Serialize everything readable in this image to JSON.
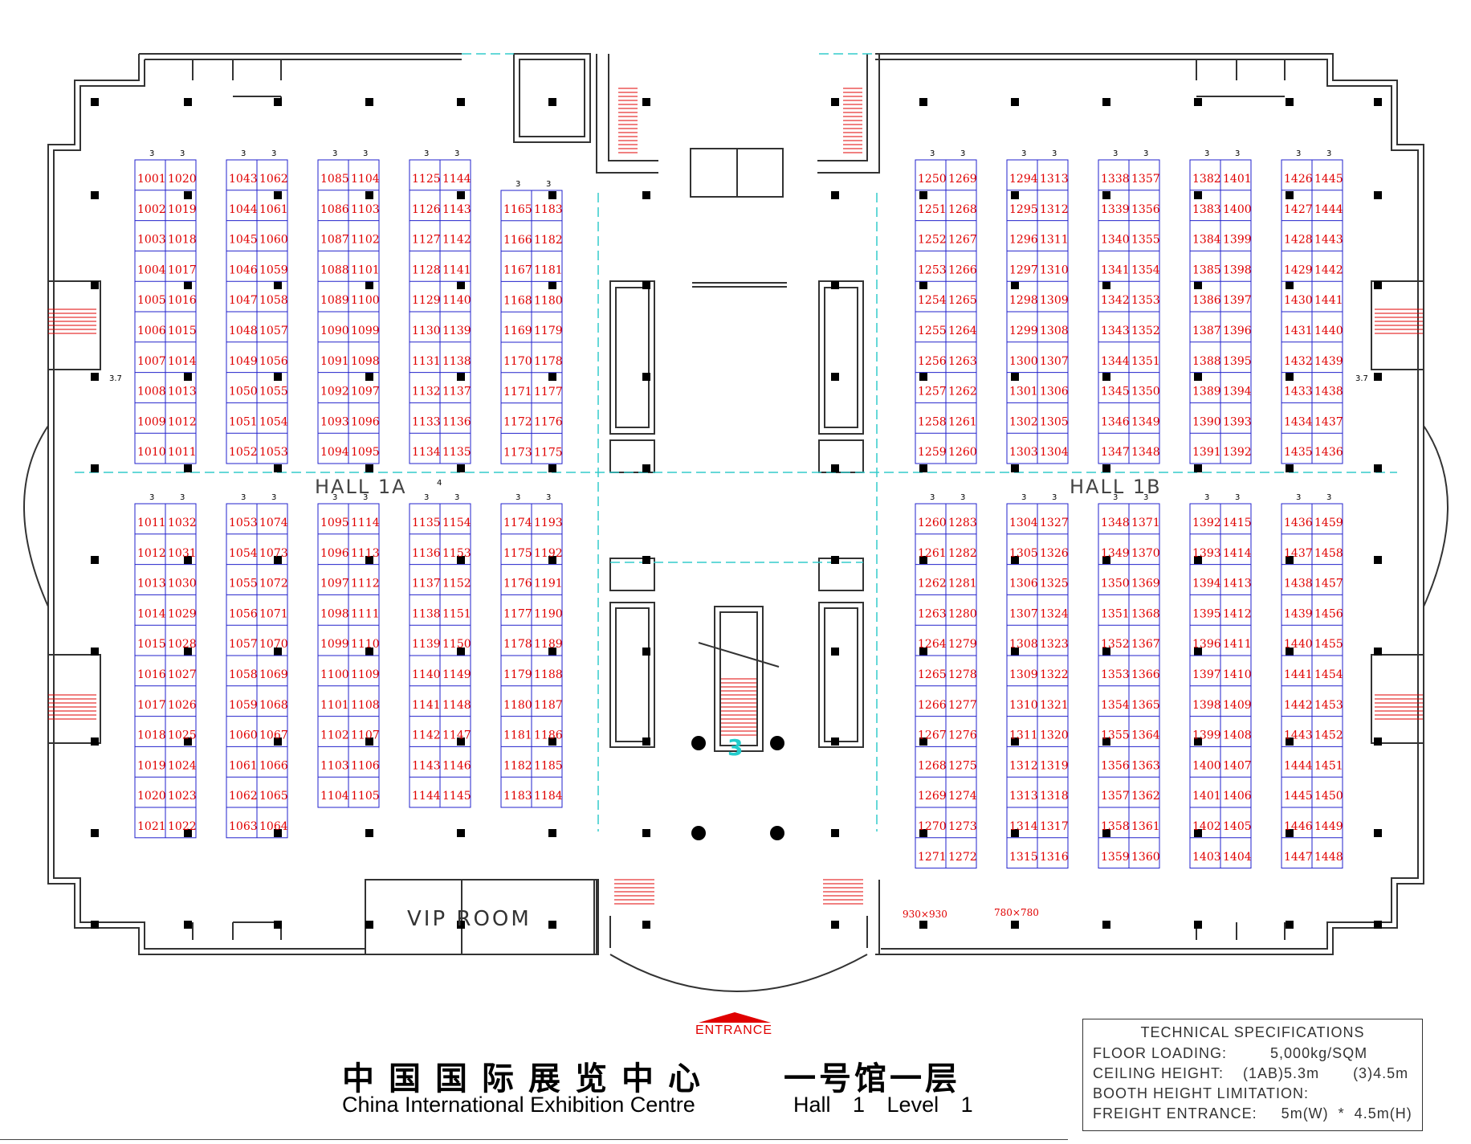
{
  "hall_labels": {
    "hall_1a": "HALL 1A",
    "hall_1b": "HALL 1B"
  },
  "rooms": {
    "vip_room": "VIP ROOM"
  },
  "central_marker": "3",
  "entrance": "ENTRANCE",
  "size_notes": {
    "large": "930×930",
    "small": "780×780"
  },
  "dimensions": {
    "aisle": "3",
    "side_aisle": "3.7",
    "hall_gap": "4"
  },
  "title": {
    "chinese": "中国国际展览中心",
    "english": "China International Exhibition Centre"
  },
  "hall": {
    "chinese": "一号馆一层",
    "english": "Hall 1    Level 1"
  },
  "specifications": {
    "title": "TECHNICAL SPECIFICATIONS",
    "floor_loading": "FLOOR LOADING:         5,000kg/SQM",
    "ceiling_height": "CEILING HEIGHT:    (1AB)5.3m       (3)4.5m",
    "booth_height": "BOOTH HEIGHT LIMITATION:",
    "freight_entrance": "FREIGHT ENTRANCE:     5m(W)  *  4.5m(H)"
  },
  "colors": {
    "booth_line": "#2222cc",
    "booth_number": "#e00000",
    "wall": "#333333",
    "dashed_zone": "#33cccc",
    "marker": "#22cccc"
  },
  "booth_blocks": [
    {
      "section": "1A-upper",
      "start": 1001,
      "rows": 10
    },
    {
      "section": "1A-upper",
      "start": 1043,
      "rows": 10
    },
    {
      "section": "1A-upper",
      "start": 1085,
      "rows": 10
    },
    {
      "section": "1A-upper",
      "start": 1125,
      "rows": 10
    },
    {
      "section": "1A-upper",
      "start": 1165,
      "rows": 9
    },
    {
      "section": "1A-lower",
      "start": 1011,
      "rows": 11
    },
    {
      "section": "1A-lower",
      "start": 1053,
      "rows": 11
    },
    {
      "section": "1A-lower",
      "start": 1095,
      "rows": 10
    },
    {
      "section": "1A-lower",
      "start": 1135,
      "rows": 10
    },
    {
      "section": "1A-lower",
      "start": 1174,
      "rows": 10
    },
    {
      "section": "1B-upper",
      "start": 1250,
      "rows": 10
    },
    {
      "section": "1B-upper",
      "start": 1294,
      "rows": 10
    },
    {
      "section": "1B-upper",
      "start": 1338,
      "rows": 10
    },
    {
      "section": "1B-upper",
      "start": 1382,
      "rows": 10
    },
    {
      "section": "1B-upper",
      "start": 1426,
      "rows": 10
    },
    {
      "section": "1B-lower",
      "start": 1260,
      "rows": 12
    },
    {
      "section": "1B-lower",
      "start": 1304,
      "rows": 12
    },
    {
      "section": "1B-lower",
      "start": 1348,
      "rows": 12
    },
    {
      "section": "1B-lower",
      "start": 1392,
      "rows": 12
    },
    {
      "section": "1B-lower",
      "start": 1436,
      "rows": 12
    }
  ]
}
